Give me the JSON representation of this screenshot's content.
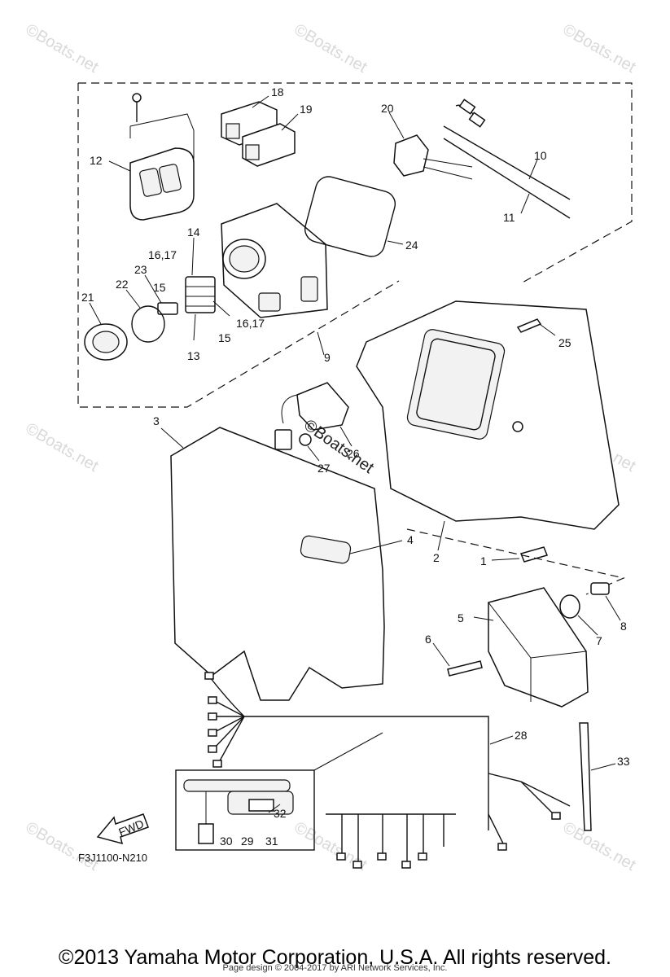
{
  "watermark": {
    "text": "©Boats.net",
    "center_text": "©Boats.net",
    "color": "#d9d9d9"
  },
  "diagram": {
    "figure_code": "F3J1100-N210",
    "fwd_label": "FWD",
    "callouts": {
      "c1": "1",
      "c2": "2",
      "c3": "3",
      "c4": "4",
      "c5": "5",
      "c6": "6",
      "c7": "7",
      "c8": "8",
      "c9": "9",
      "c10": "10",
      "c11": "11",
      "c12": "12",
      "c13": "13",
      "c14": "14",
      "c15a": "15",
      "c15b": "15",
      "c16a": "16,17",
      "c16b": "16,17",
      "c18": "18",
      "c19": "19",
      "c20": "20",
      "c21": "21",
      "c22": "22",
      "c23": "23",
      "c24": "24",
      "c25": "25",
      "c26": "26",
      "c27": "27",
      "c28": "28",
      "c29": "29",
      "c30": "30",
      "c31": "31",
      "c32": "32",
      "c33": "33"
    }
  },
  "footer": {
    "copyright": "©2013 Yamaha Motor Corporation, U.S.A. All rights reserved.",
    "credit": "Page design © 2004-2017 by ARI Network Services, Inc."
  }
}
